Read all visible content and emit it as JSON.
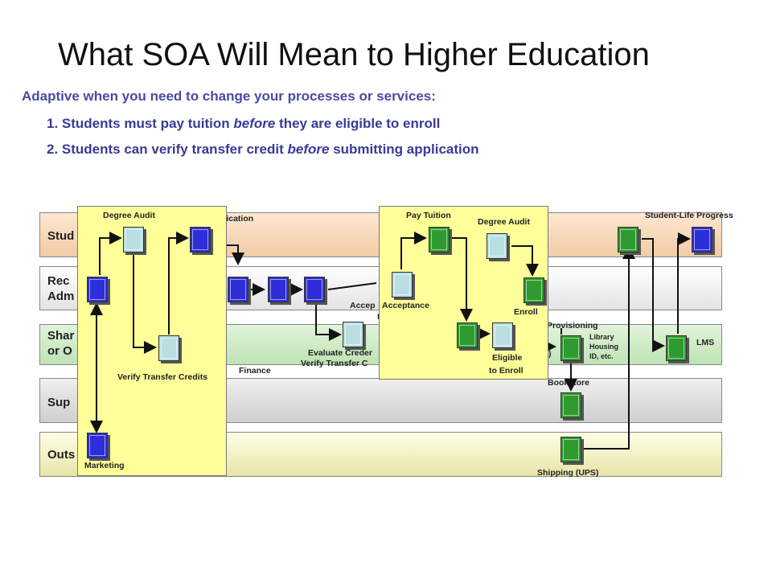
{
  "title": "What SOA Will Mean to Higher Education",
  "subtitle": "Adaptive when you need to change your processes or services:",
  "bullets": [
    {
      "prefix": "1. Students must pay tuition ",
      "em": "before",
      "suffix": " they are eligible to enroll"
    },
    {
      "prefix": "2. Students can verify transfer credit ",
      "em": "before",
      "suffix": " submitting application"
    }
  ],
  "lanes": [
    {
      "label_lines": [
        "Stud"
      ]
    },
    {
      "label_lines": [
        "Rec",
        "Adm"
      ]
    },
    {
      "label_lines": [
        "Shar",
        "or O"
      ]
    },
    {
      "label_lines": [
        "Sup"
      ]
    },
    {
      "label_lines": [
        "Outs"
      ]
    }
  ],
  "labels": {
    "degree_audit_left": "Degree  Audit",
    "verify_transfer_credits": "Verify Transfer Credits",
    "marketing": "Marketing",
    "application_partial": "plication",
    "finance": "Finance",
    "accept_partial_1": "Accep",
    "accept_partial_2": "t",
    "evaluate_partial": "Evaluate Creder",
    "verify_partial": "Verify Transfer C",
    "pay_tuition": "Pay Tuition",
    "degree_audit_right": "Degree  Audit",
    "acceptance": "Acceptance",
    "enroll": "Enroll",
    "eligible_1": "Eligible",
    "eligible_2": "to Enroll",
    "provisioning": "Provisioning",
    "library": "Library",
    "housing": "Housing",
    "id_etc": "ID, etc.",
    "paren_partial": ")",
    "bookstore": "Bookstore",
    "shipping": "Shipping (UPS)",
    "student_life_progress": "Student-Life  Progress",
    "lms": "LMS"
  },
  "colors": {
    "blue_box": "#2e2ed8",
    "green_box": "#2f9a2f",
    "light_blue_box": "#b9dfe3",
    "overlay_panel": "#ffff99",
    "subtitle_text": "#4a4aa8"
  }
}
